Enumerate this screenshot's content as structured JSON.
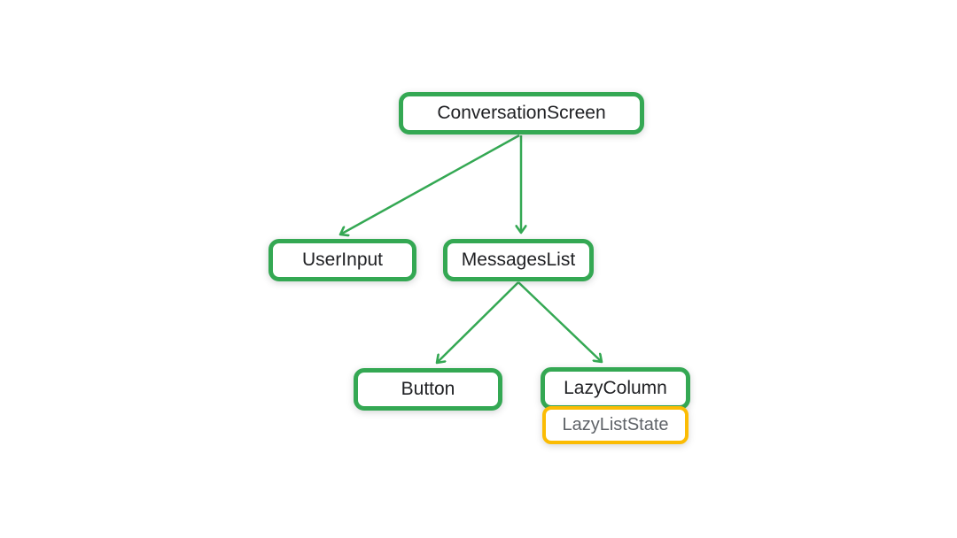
{
  "diagram": {
    "background": "#ffffff",
    "colors": {
      "composable_node_border": "#34A853",
      "state_node_border": "#FBBC04",
      "node_fill": "#ffffff",
      "composable_label_text": "#202124",
      "state_label_text": "#5F6368",
      "arrow": "#34A853"
    },
    "nodes": {
      "conversation_screen": {
        "label": "ConversationScreen",
        "border_style": "green"
      },
      "user_input": {
        "label": "UserInput",
        "border_style": "green"
      },
      "messages_list": {
        "label": "MessagesList",
        "border_style": "green"
      },
      "button": {
        "label": "Button",
        "border_style": "green"
      },
      "lazy_column": {
        "label": "LazyColumn",
        "border_style": "green"
      },
      "lazy_list_state": {
        "label": "LazyListState",
        "border_style": "yellow"
      }
    },
    "edges": [
      {
        "from": "ConversationScreen",
        "to": "UserInput"
      },
      {
        "from": "ConversationScreen",
        "to": "MessagesList"
      },
      {
        "from": "MessagesList",
        "to": "Button"
      },
      {
        "from": "MessagesList",
        "to": "LazyColumn"
      },
      {
        "from": "LazyColumn",
        "to": "LazyListState",
        "style": "attached-box"
      }
    ]
  }
}
